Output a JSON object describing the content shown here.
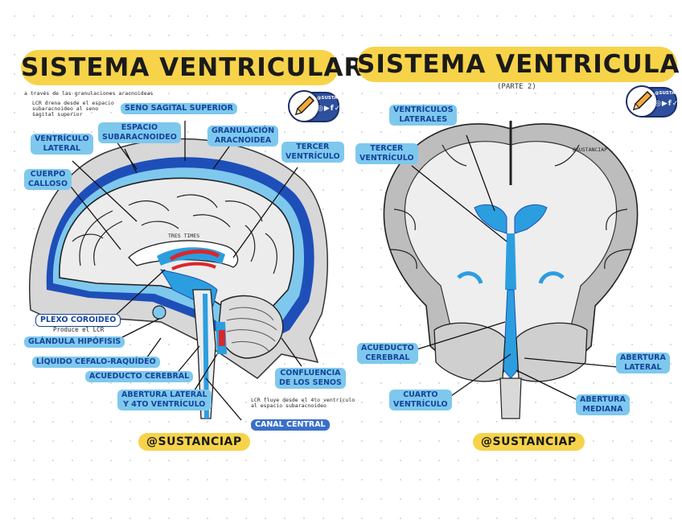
{
  "left": {
    "title": "SISTEMA VENTRICULAR",
    "note_top": "a través de las granulaciones aracnoideas",
    "note_lcr": "LCR drena desde el espacio\nsubaracnoideo al seno\nsagital superior",
    "brain_tag": "TRES TIMES",
    "labels": {
      "seno_sagital": "SENO SAGITAL SUPERIOR",
      "espacio_sub": "ESPACIO\nSUBARACNOIDEO",
      "granulacion": "GRANULACIÓN\nARACNOIDEA",
      "ventriculo_lateral": "VENTRÍCULO\nLATERAL",
      "tercer_ventriculo": "TERCER\nVENTRÍCULO",
      "cuerpo_calloso": "CUERPO\nCALLOSO",
      "plexo": "PLEXO COROIDEO",
      "plexo_note": "Produce el LCR",
      "hipofisis": "GLÁNDULA HIPÓFISIS",
      "liquido": "LÍQUIDO CEFALO-RAQUÍDEO",
      "acueducto": "ACUEDUCTO CEREBRAL",
      "abertura": "ABERTURA LATERAL\nY 4TO VENTRÍCULO",
      "confluencia": "CONFLUENCIA\nDE LOS SENOS",
      "lcr_fluye": "LCR fluye desde el 4to ventrículo\nal espacio subaracnoideo",
      "canal": "CANAL CENTRAL"
    },
    "handle": "@SUSTANCIAP"
  },
  "right": {
    "title": "SISTEMA VENTRICULAR",
    "subtitle": "(PARTE 2)",
    "brain_tag": "@SUSTANCIAP",
    "labels": {
      "ventriculos_laterales": "VENTRÍCULOS\nLATERALES",
      "tercer_ventriculo": "TERCER\nVENTRÍCULO",
      "acueducto": "ACUEDUCTO\nCEREBRAL",
      "cuarto": "CUARTO\nVENTRÍCULO",
      "abertura_lateral": "ABERTURA\nLATERAL",
      "abertura_mediana": "ABERTURA\nMEDIANA"
    },
    "handle": "@SUSTANCIAP"
  },
  "badge": {
    "handle": "@SUSTANCIAP",
    "social": "◎▶f✓"
  },
  "colors": {
    "csf": "#2b9ee0",
    "csf_light": "#7ec8ee",
    "label_text": "#17449a",
    "title_bg": "#f7d34a",
    "choroid": "#d8282c",
    "dura": "#1e4fb8"
  },
  "icons": [
    "pencil-icon",
    "instagram-icon",
    "youtube-icon",
    "facebook-icon",
    "twitter-icon"
  ]
}
